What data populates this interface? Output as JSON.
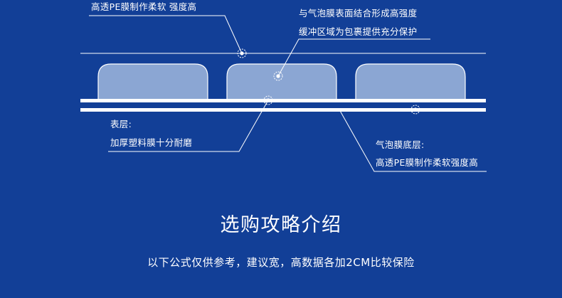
{
  "annotations": {
    "top_left_note": "高透PE膜制作柔软 强度高",
    "top_right_line1": "与气泡膜表面结合形成高强度",
    "top_right_line2": "缓冲区域为包裹提供充分保护",
    "surface_title": "表层:",
    "surface_desc": "加厚塑料膜十分耐磨",
    "bottom_title": "气泡膜底层:",
    "bottom_desc": "高透PE膜制作柔软强度高"
  },
  "heading": {
    "title": "选购攻略介绍",
    "subtitle": "以下公式仅供参考，建议宽，高数据各加2CM比较保险"
  },
  "colors": {
    "background": "#123f97",
    "bubble_fill": "#8ba6d3",
    "line": "#ffffff"
  }
}
